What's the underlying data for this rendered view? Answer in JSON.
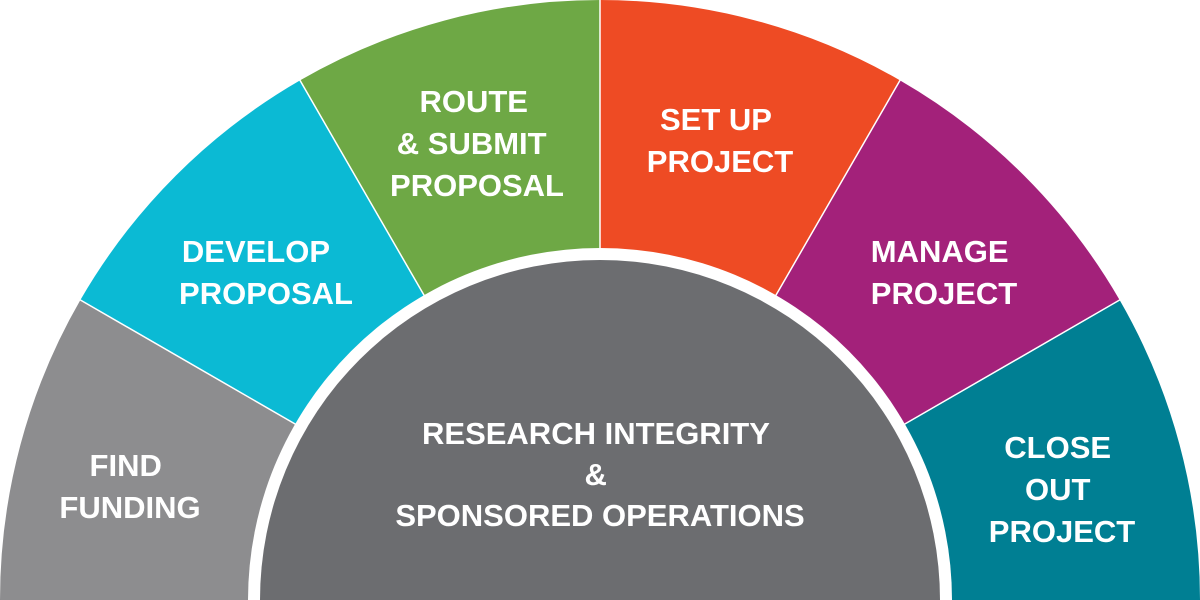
{
  "diagram": {
    "segments": [
      {
        "id": "find-funding",
        "color": "#8d8d8f",
        "lines": [
          "FIND",
          "FUNDING"
        ]
      },
      {
        "id": "develop-proposal",
        "color": "#0bbad4",
        "lines": [
          "DEVELOP",
          "PROPOSAL"
        ]
      },
      {
        "id": "route-submit-proposal",
        "color": "#6ea845",
        "lines": [
          "ROUTE",
          "& SUBMIT",
          "PROPOSAL"
        ]
      },
      {
        "id": "set-up-project",
        "color": "#ee4b24",
        "lines": [
          "SET UP",
          "PROJECT"
        ]
      },
      {
        "id": "manage-project",
        "color": "#a3217a",
        "lines": [
          "MANAGE",
          "PROJECT"
        ]
      },
      {
        "id": "close-out-project",
        "color": "#007f93",
        "lines": [
          "CLOSE",
          "OUT",
          "PROJECT"
        ]
      }
    ],
    "center": {
      "color": "#6c6d70",
      "lines": [
        "RESEARCH INTEGRITY",
        "&",
        "SPONSORED OPERATIONS"
      ]
    }
  }
}
